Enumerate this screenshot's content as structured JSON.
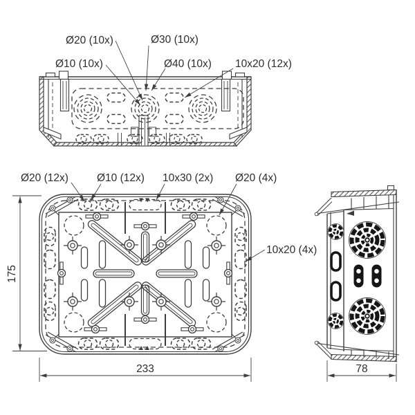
{
  "drawing": {
    "background": "#ffffff",
    "line_color": "#3d3d3d",
    "knockout_fill_color": "#161616",
    "text_color": "#2d2d2d",
    "callouts": {
      "front": [
        {
          "label": "Ø20 (10x)"
        },
        {
          "label": "Ø30 (10x)"
        },
        {
          "label": "Ø10 (10x)"
        },
        {
          "label": "Ø40 (10x)"
        },
        {
          "label": "10x20 (12x)"
        }
      ],
      "plan": [
        {
          "label": "Ø20 (12x)"
        },
        {
          "label": "Ø10 (12x)"
        },
        {
          "label": "10x30 (2x)"
        },
        {
          "label": "Ø20 (4x)"
        },
        {
          "label": "10x20 (4x)"
        }
      ]
    },
    "dimensions": {
      "height": "175",
      "width": "233",
      "depth": "78"
    }
  }
}
